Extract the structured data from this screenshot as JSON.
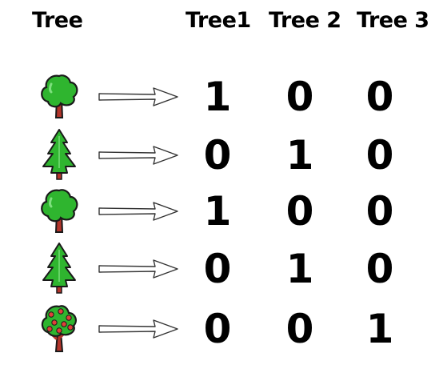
{
  "headers": {
    "item": "Tree",
    "col1": "Tree1",
    "col2": "Tree 2",
    "col3": "Tree 3"
  },
  "rows": [
    {
      "icon": "round-tree-icon",
      "values": [
        "1",
        "0",
        "0"
      ]
    },
    {
      "icon": "pine-tree-icon",
      "values": [
        "0",
        "1",
        "0"
      ]
    },
    {
      "icon": "round-tree-icon",
      "values": [
        "1",
        "0",
        "0"
      ]
    },
    {
      "icon": "pine-tree-icon",
      "values": [
        "0",
        "1",
        "0"
      ]
    },
    {
      "icon": "apple-tree-icon",
      "values": [
        "0",
        "0",
        "1"
      ]
    }
  ],
  "colors": {
    "foliage": "#2fb52f",
    "foliage_highlight": "#7ee07e",
    "trunk": "#b3342a",
    "apple": "#e0403a",
    "outline": "#1a1a1a"
  }
}
